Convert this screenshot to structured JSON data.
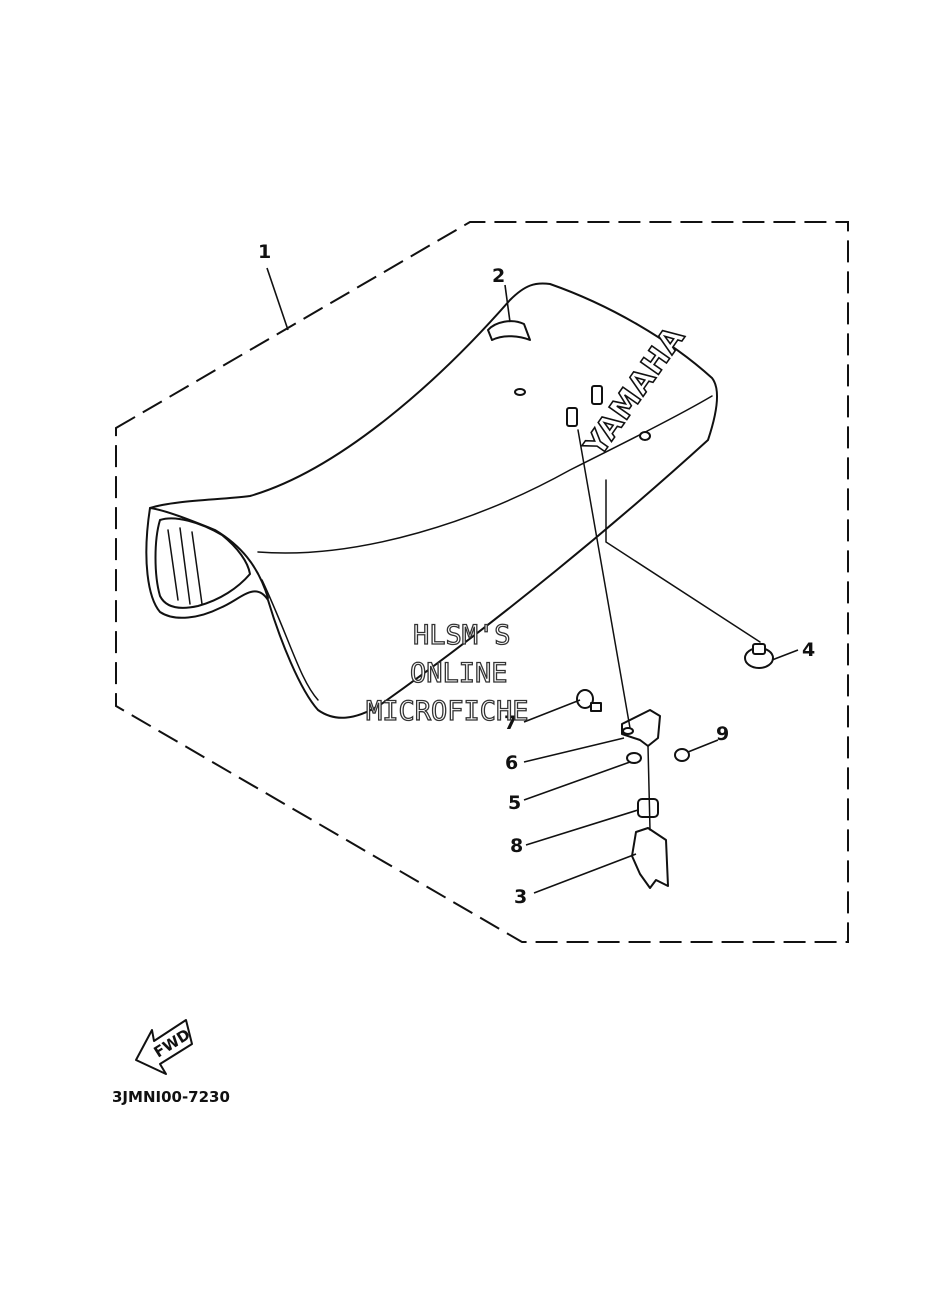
{
  "callouts": [
    {
      "id": "1",
      "label": "1"
    },
    {
      "id": "2",
      "label": "2"
    },
    {
      "id": "3",
      "label": "3"
    },
    {
      "id": "4",
      "label": "4"
    },
    {
      "id": "5",
      "label": "5"
    },
    {
      "id": "6",
      "label": "6"
    },
    {
      "id": "7",
      "label": "7"
    },
    {
      "id": "8",
      "label": "8"
    },
    {
      "id": "9",
      "label": "9"
    }
  ],
  "seat_brand": "YAMAHA",
  "watermark": [
    "HLSM'S",
    "ONLINE",
    "MICROFICHE"
  ],
  "direction_arrow": {
    "label": "FWD",
    "icon": "forward-arrow-icon"
  },
  "diagram_code": "3JMNI00-7230"
}
